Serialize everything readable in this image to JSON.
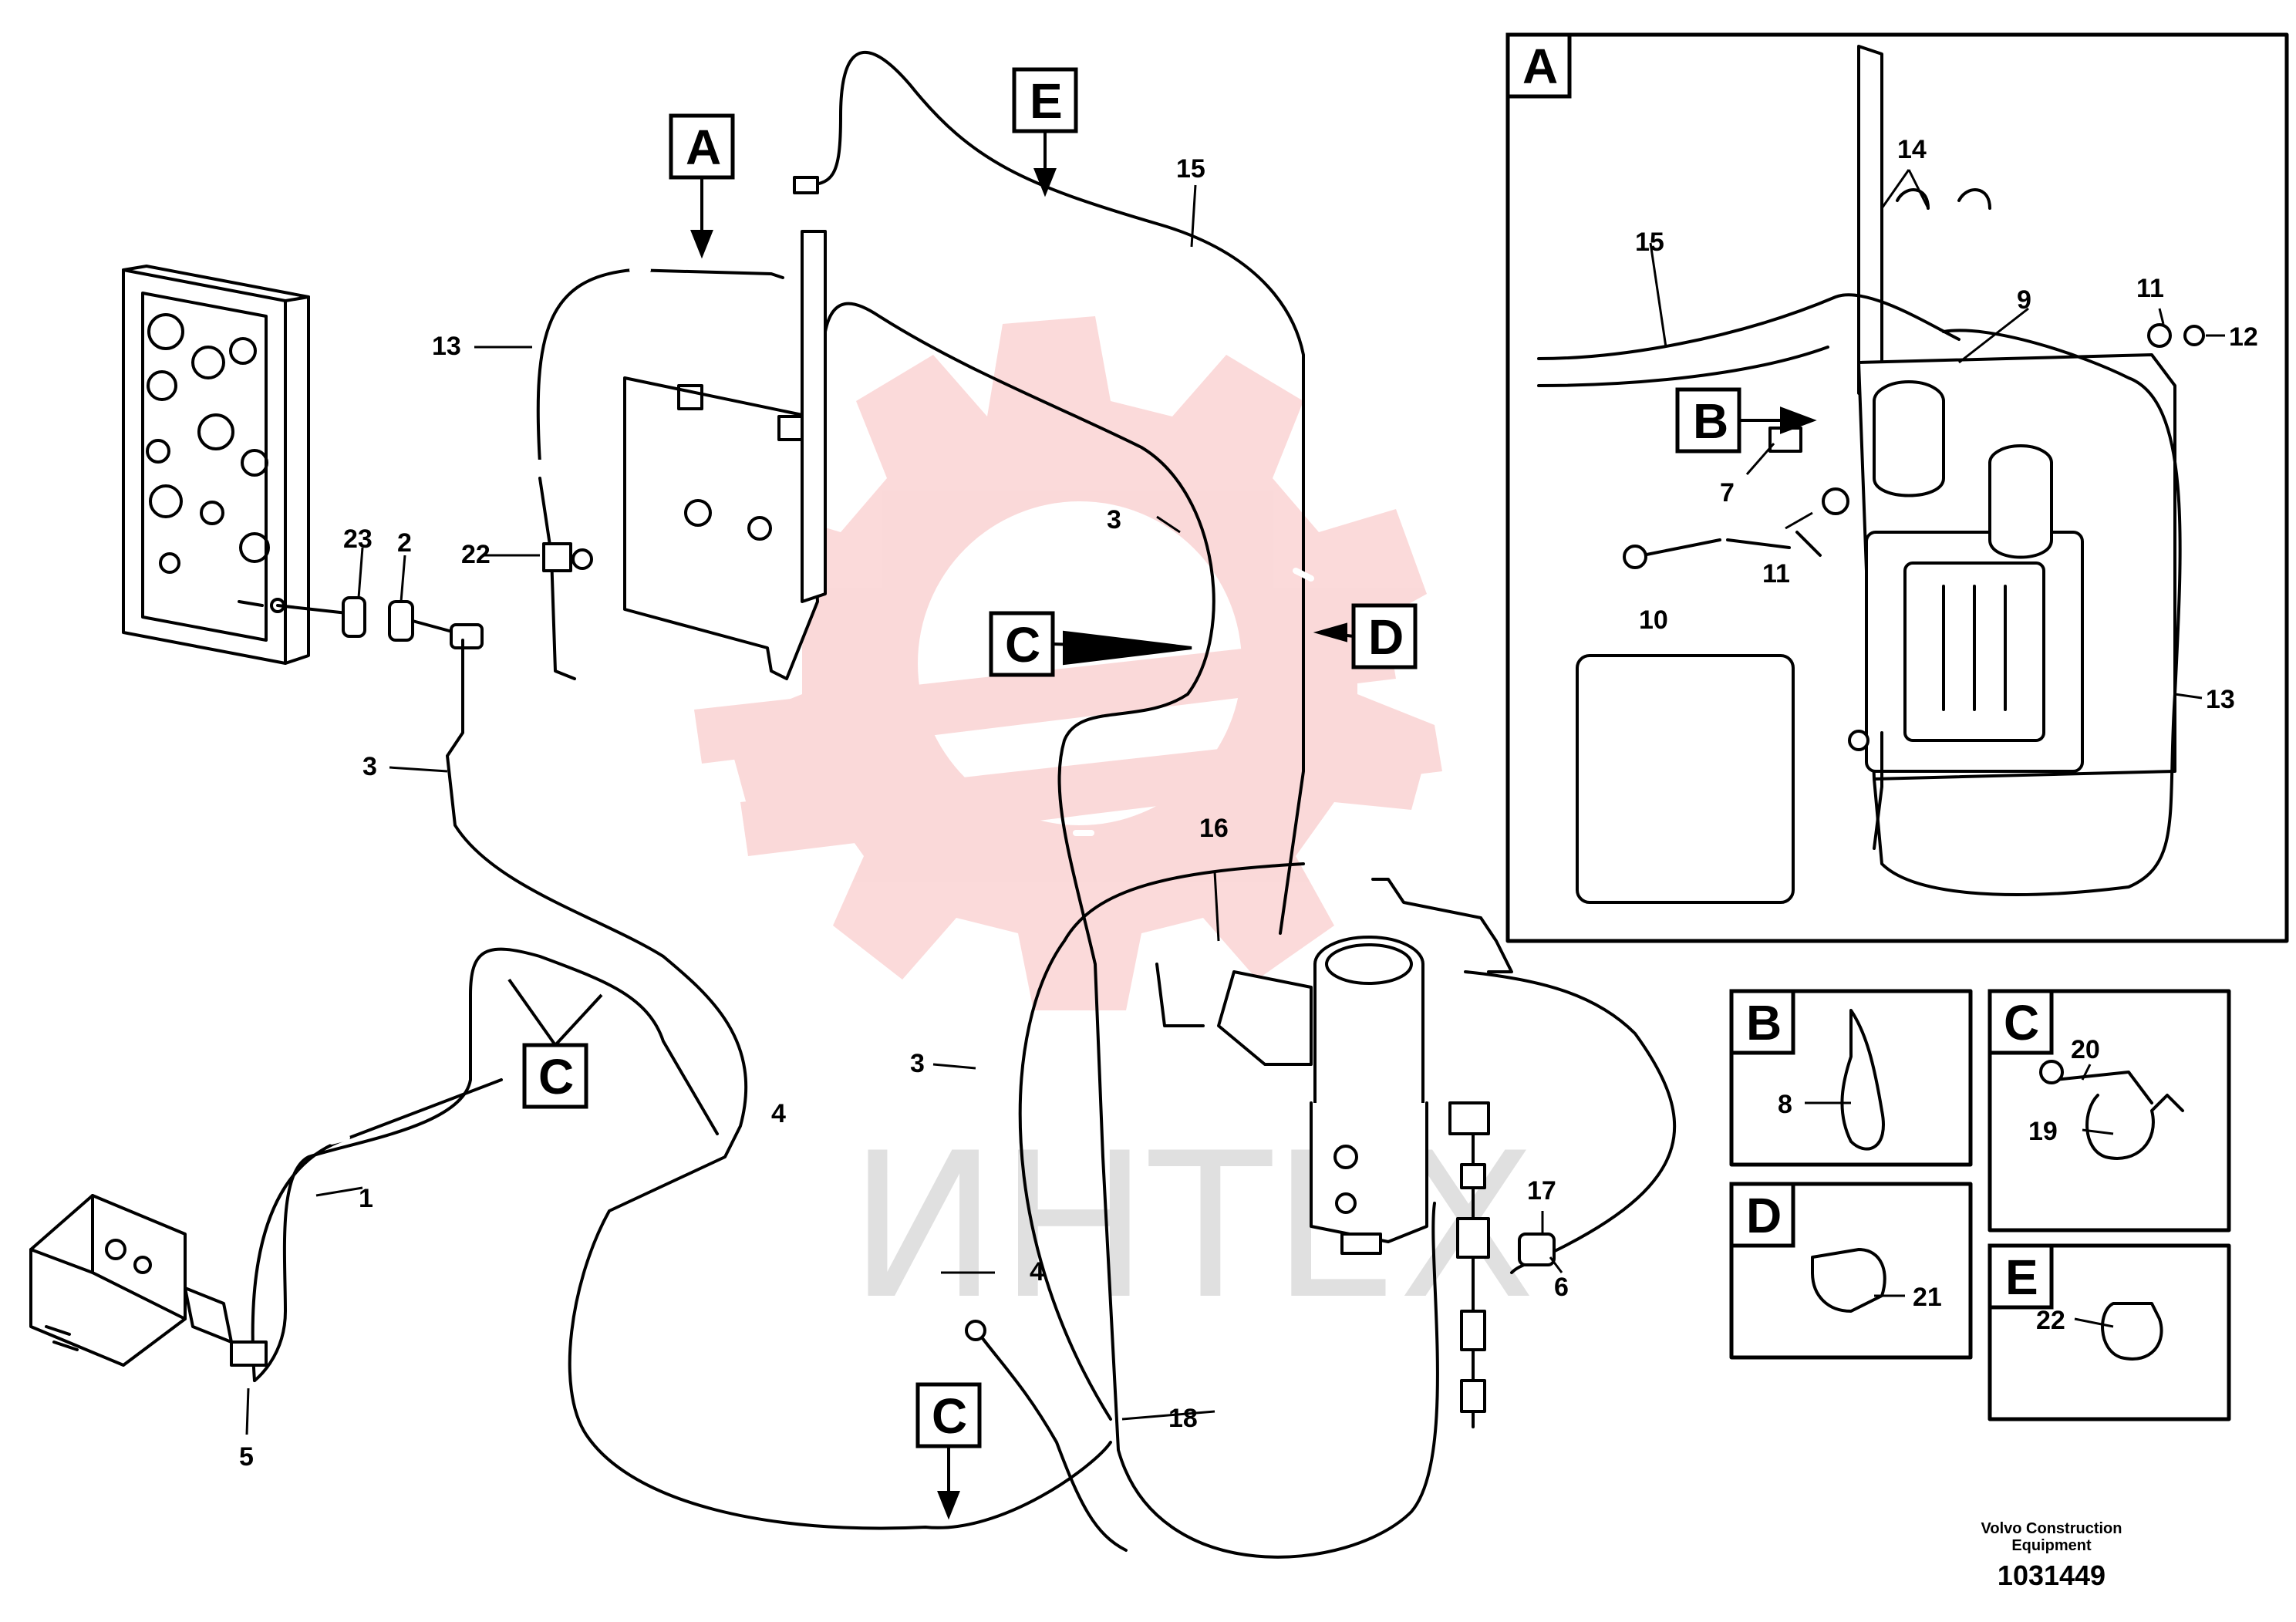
{
  "diagram": {
    "watermark_text": "ИНТЕХ",
    "credit_line1": "Volvo Construction",
    "credit_line2": "Equipment",
    "drawing_number": "1031449",
    "detail_labels": [
      "A",
      "B",
      "C",
      "D",
      "E"
    ],
    "part_numbers": [
      "1",
      "2",
      "3",
      "4",
      "5",
      "6",
      "7",
      "8",
      "9",
      "10",
      "11",
      "12",
      "13",
      "14",
      "15",
      "16",
      "17",
      "18",
      "19",
      "20",
      "21",
      "22",
      "23"
    ],
    "colors": {
      "line": "#000000",
      "watermark": "#f07a7a",
      "background": "#ffffff"
    }
  }
}
